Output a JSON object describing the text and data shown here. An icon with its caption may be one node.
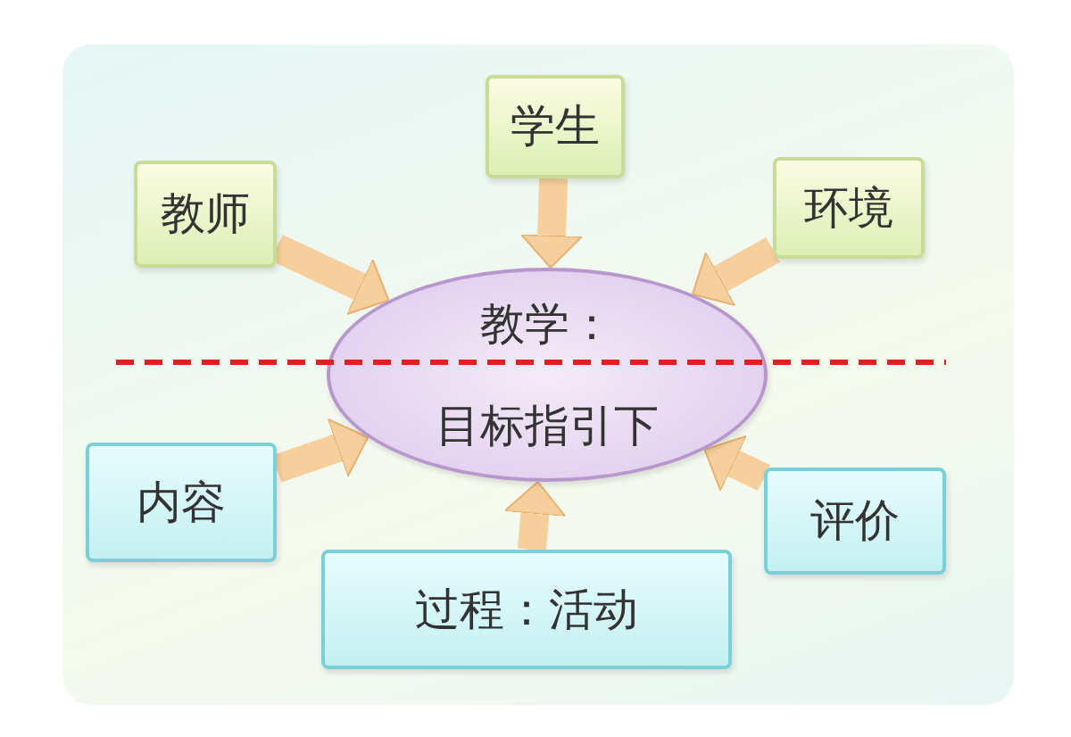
{
  "diagram": {
    "nodes": [
      {
        "text": [
          "学生"
        ]
      },
      {
        "text": [
          "教师"
        ]
      },
      {
        "text": [
          "环境"
        ]
      },
      {
        "text": [
          "教学：",
          "目标指引下"
        ]
      },
      {
        "text": [
          "内容"
        ]
      },
      {
        "text": [
          "评价"
        ]
      },
      {
        "text": [
          "过程：活动"
        ]
      }
    ],
    "edges": [
      {
        "from": 0,
        "to": 3,
        "arrow": "to"
      },
      {
        "from": 1,
        "to": 3,
        "arrow": "to"
      },
      {
        "from": 2,
        "to": 3,
        "arrow": "to"
      },
      {
        "from": 4,
        "to": 3,
        "arrow": "to"
      },
      {
        "from": 5,
        "to": 3,
        "arrow": "to"
      },
      {
        "from": 6,
        "to": 3,
        "arrow": "to"
      }
    ]
  }
}
